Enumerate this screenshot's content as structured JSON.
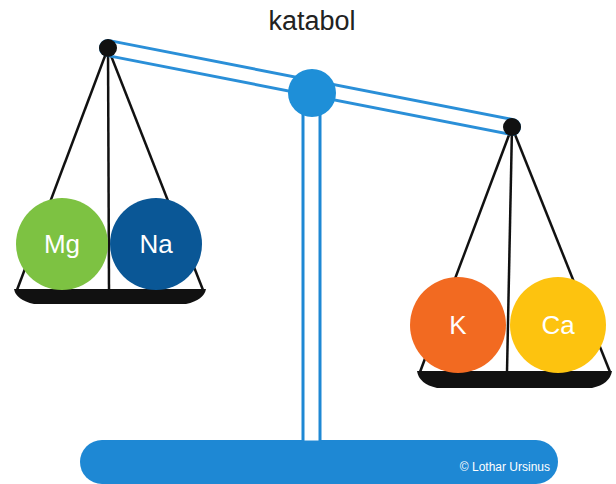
{
  "diagram": {
    "title": "katabol",
    "nodes": [
      {
        "text": [
          "Mg"
        ]
      },
      {
        "text": [
          "Na"
        ]
      },
      {
        "text": [
          "K"
        ]
      },
      {
        "text": [
          "Ca"
        ]
      }
    ],
    "labels": [
      "© Lothar Ursinus"
    ]
  }
}
